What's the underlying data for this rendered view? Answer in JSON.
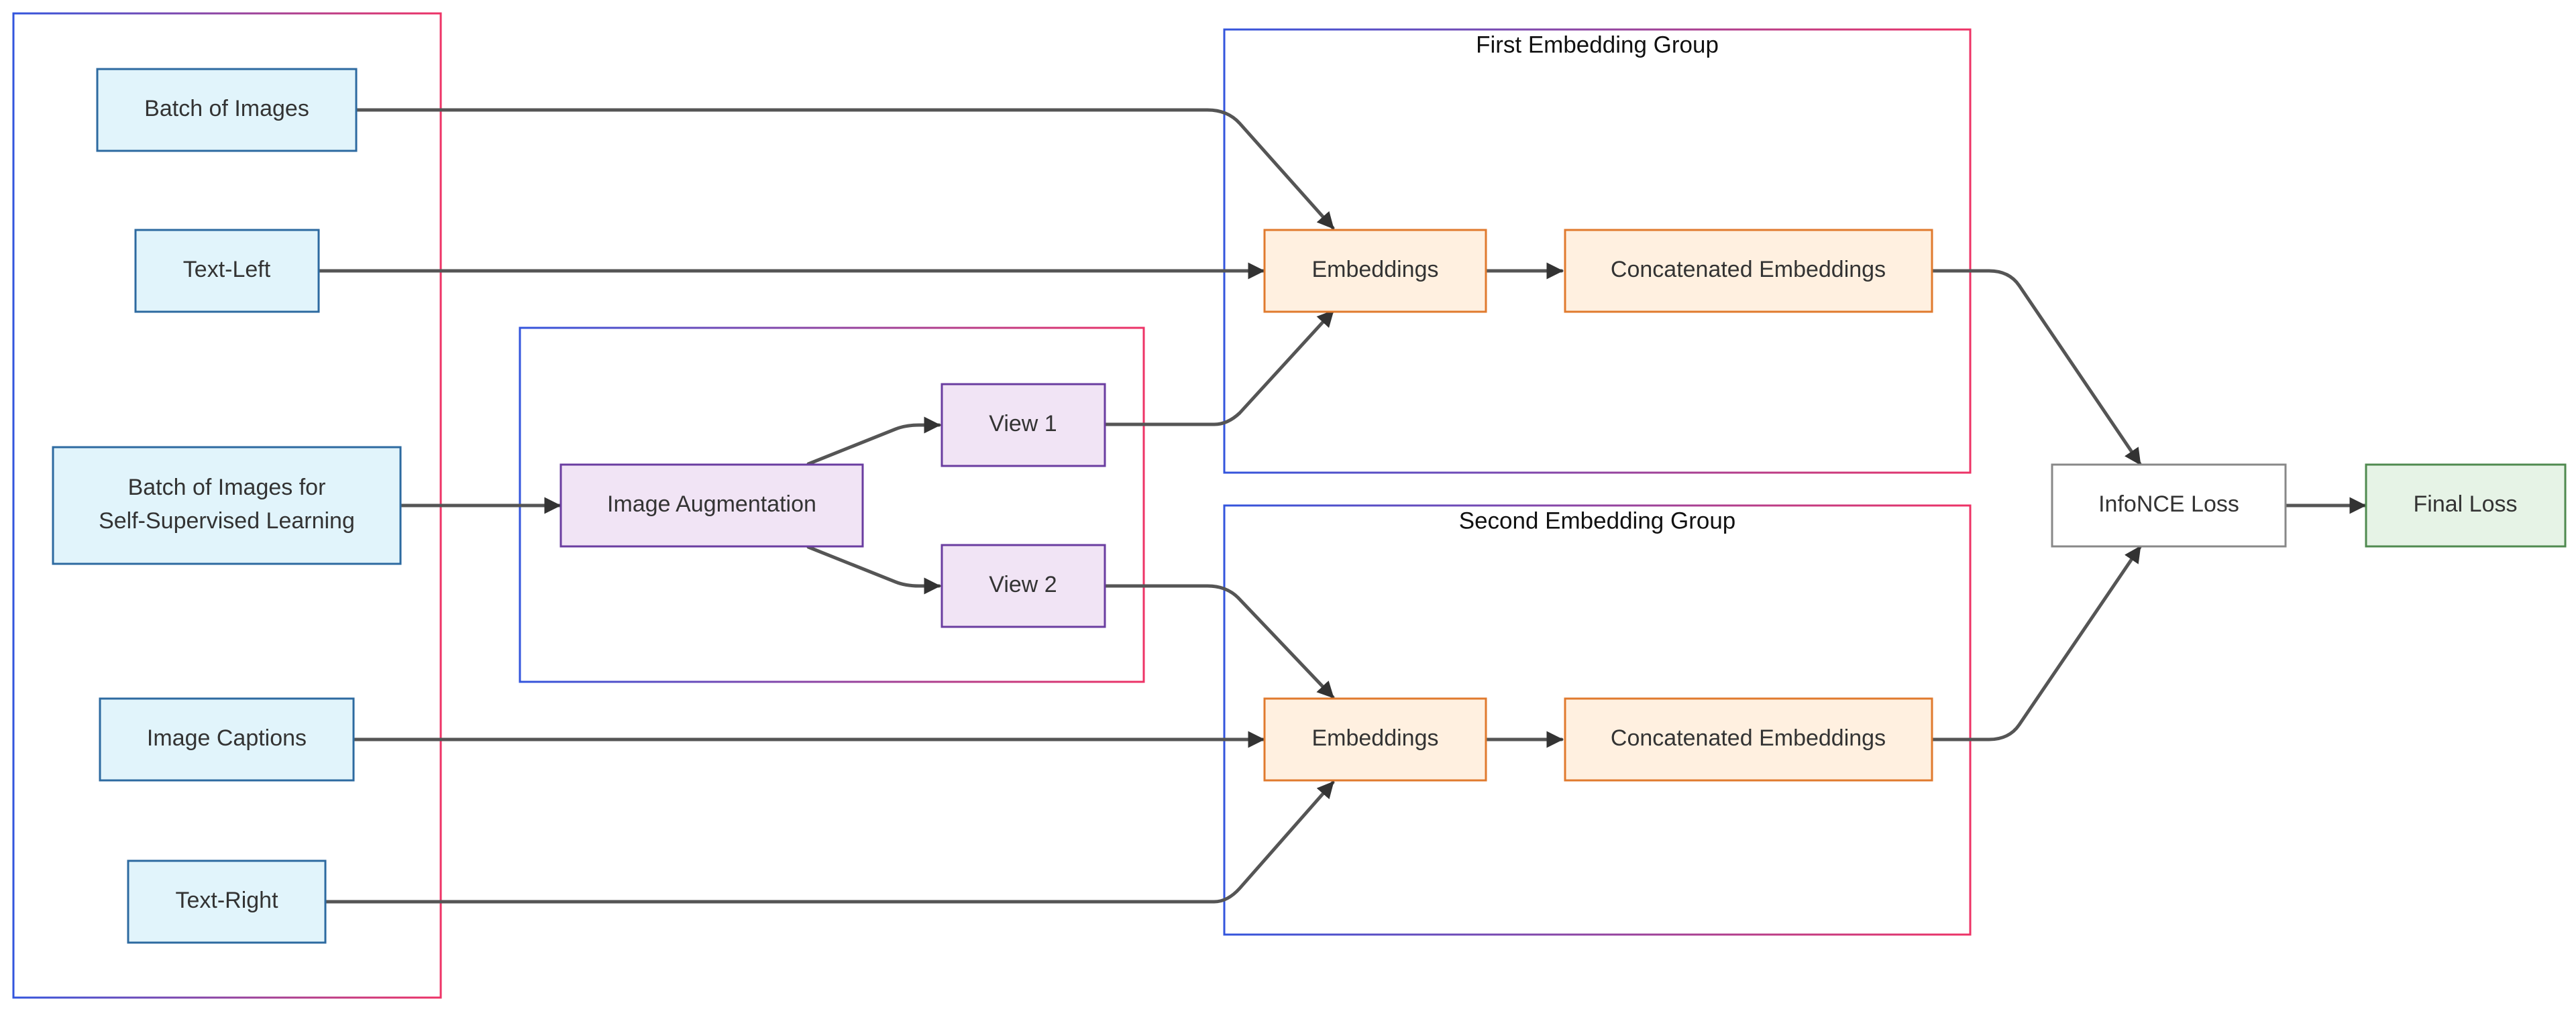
{
  "colors": {
    "input_fill": "#e1f4fb",
    "input_stroke": "#2d6aa0",
    "augment_fill": "#f1e4f5",
    "augment_stroke": "#6a3da0",
    "embed_fill": "#fff0e0",
    "embed_stroke": "#e07a2e",
    "loss_fill": "#ffffff",
    "loss_stroke": "#888888",
    "final_fill": "#e6f3e6",
    "final_stroke": "#4f8a4f",
    "group_border_start": "#3355dd",
    "group_border_end": "#ee3366",
    "edge": "#555555"
  },
  "groups": {
    "inputs": {
      "title": ""
    },
    "augmentation": {
      "title": ""
    },
    "first_embedding": {
      "title": "First Embedding Group"
    },
    "second_embedding": {
      "title": "Second Embedding Group"
    }
  },
  "nodes": {
    "batch_images": {
      "label": "Batch of Images"
    },
    "text_left": {
      "label": "Text-Left"
    },
    "batch_ssl": {
      "label_line1": "Batch of Images for",
      "label_line2": "Self-Supervised Learning"
    },
    "image_captions": {
      "label": "Image Captions"
    },
    "text_right": {
      "label": "Text-Right"
    },
    "image_augmentation": {
      "label": "Image Augmentation"
    },
    "view1": {
      "label": "View 1"
    },
    "view2": {
      "label": "View 2"
    },
    "embeddings_1": {
      "label": "Embeddings"
    },
    "concat_1": {
      "label": "Concatenated Embeddings"
    },
    "embeddings_2": {
      "label": "Embeddings"
    },
    "concat_2": {
      "label": "Concatenated Embeddings"
    },
    "infonce": {
      "label": "InfoNCE Loss"
    },
    "final_loss": {
      "label": "Final Loss"
    }
  },
  "edges": [
    {
      "from": "Batch of Images",
      "to": "Embeddings (First Embedding Group)"
    },
    {
      "from": "Text-Left",
      "to": "Embeddings (First Embedding Group)"
    },
    {
      "from": "View 1",
      "to": "Embeddings (First Embedding Group)"
    },
    {
      "from": "Embeddings (First Embedding Group)",
      "to": "Concatenated Embeddings (First Embedding Group)"
    },
    {
      "from": "Batch of Images for Self-Supervised Learning",
      "to": "Image Augmentation"
    },
    {
      "from": "Image Augmentation",
      "to": "View 1"
    },
    {
      "from": "Image Augmentation",
      "to": "View 2"
    },
    {
      "from": "View 2",
      "to": "Embeddings (Second Embedding Group)"
    },
    {
      "from": "Image Captions",
      "to": "Embeddings (Second Embedding Group)"
    },
    {
      "from": "Text-Right",
      "to": "Embeddings (Second Embedding Group)"
    },
    {
      "from": "Embeddings (Second Embedding Group)",
      "to": "Concatenated Embeddings (Second Embedding Group)"
    },
    {
      "from": "Concatenated Embeddings (First Embedding Group)",
      "to": "InfoNCE Loss"
    },
    {
      "from": "Concatenated Embeddings (Second Embedding Group)",
      "to": "InfoNCE Loss"
    },
    {
      "from": "InfoNCE Loss",
      "to": "Final Loss"
    }
  ]
}
